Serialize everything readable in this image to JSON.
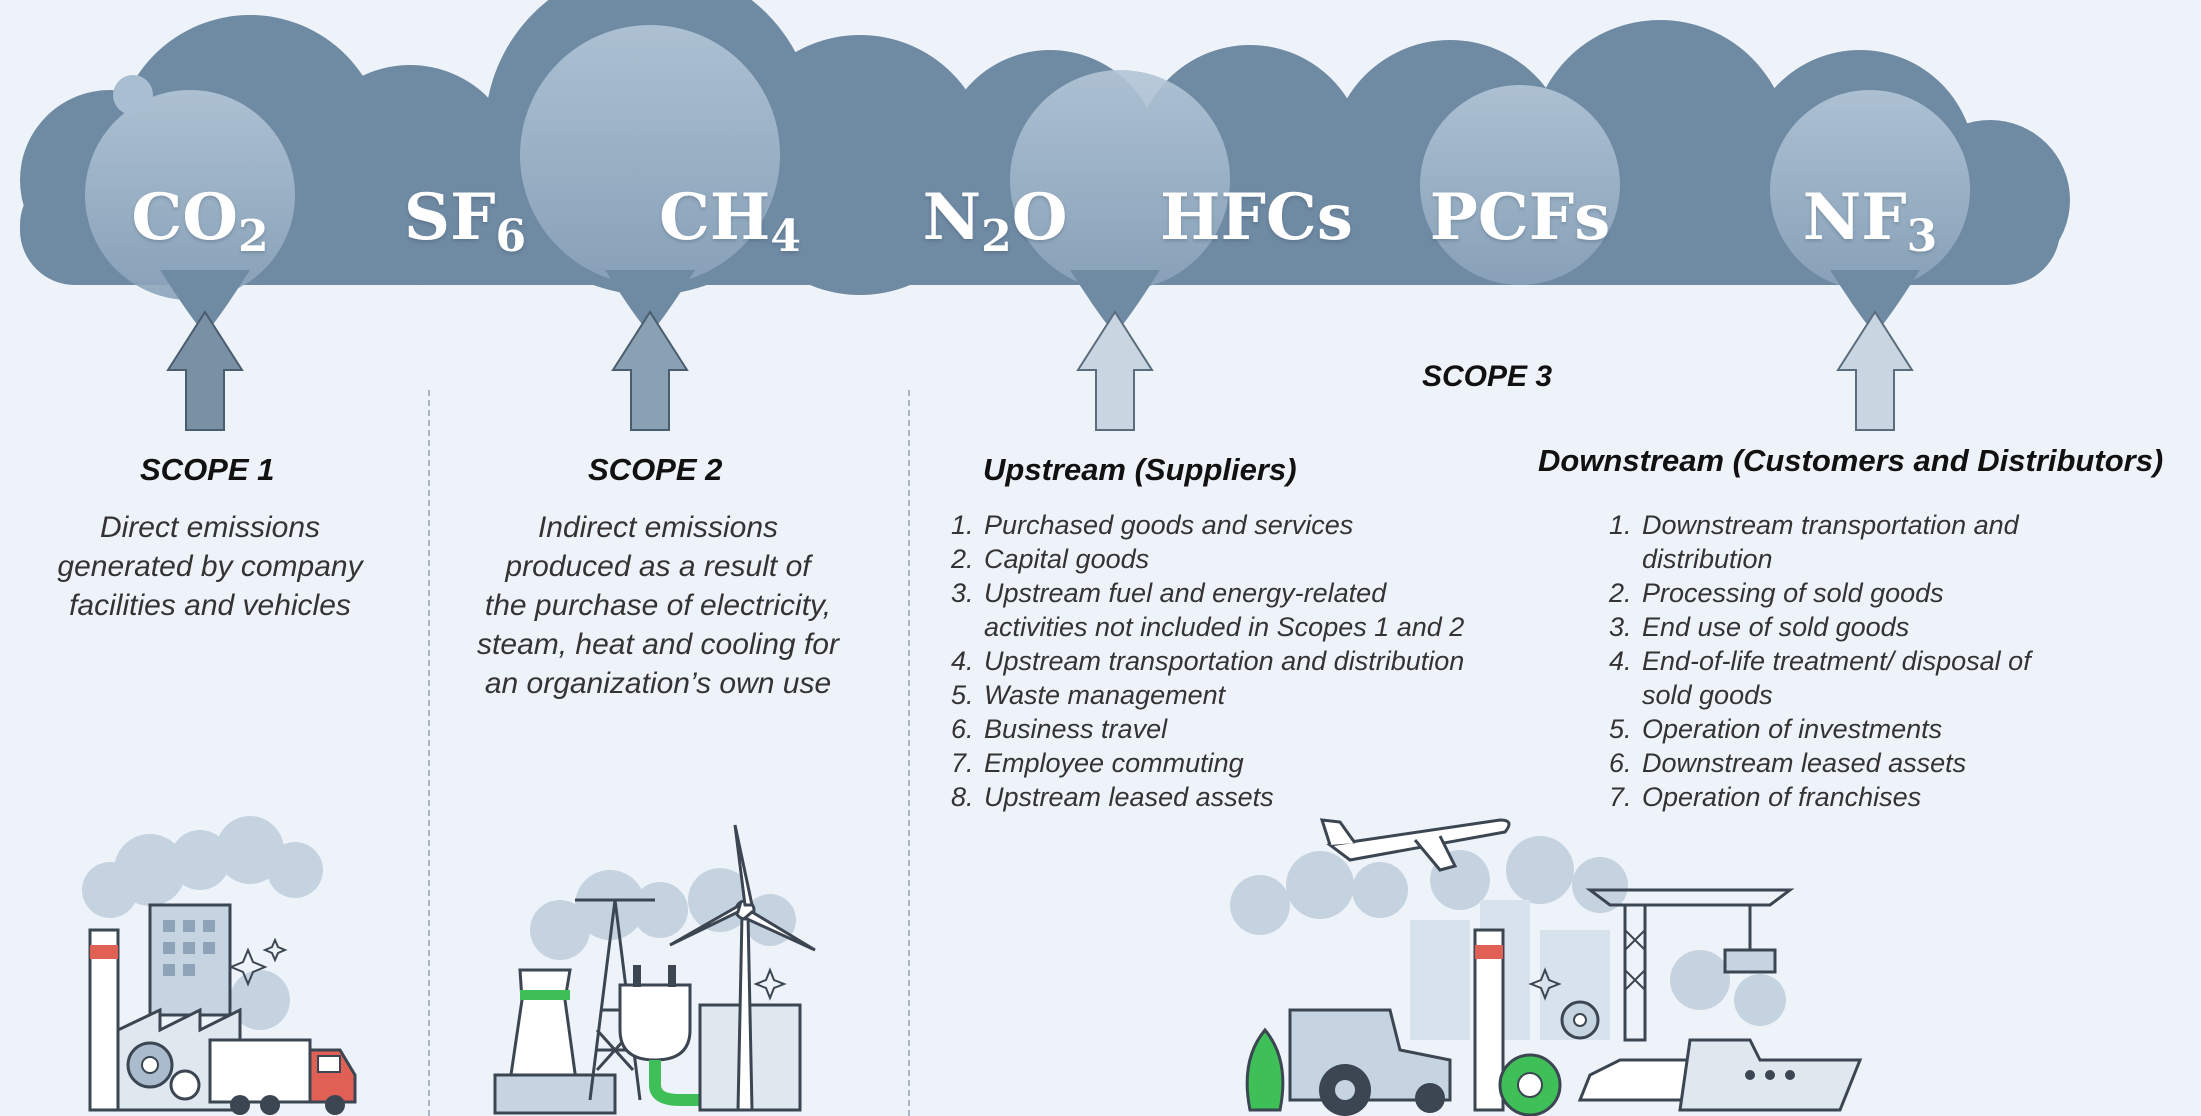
{
  "gases": [
    {
      "base": "CO",
      "sub": "2"
    },
    {
      "base": "SF",
      "sub": "6"
    },
    {
      "base": "CH",
      "sub": "4"
    },
    {
      "base": "N",
      "sub": "2",
      "tail": "O"
    },
    {
      "base": "HFCs",
      "sub": ""
    },
    {
      "base": "PCFs",
      "sub": ""
    },
    {
      "base": "NF",
      "sub": "3"
    }
  ],
  "scope1": {
    "title": "SCOPE 1",
    "description": [
      "Direct emissions",
      "generated by company",
      "facilities and vehicles"
    ]
  },
  "scope2": {
    "title": "SCOPE 2",
    "description": [
      "Indirect emissions",
      "produced as a result of",
      "the purchase of electricity,",
      "steam, heat and cooling for",
      "an organization’s own use"
    ]
  },
  "scope3": {
    "title": "SCOPE 3",
    "upstream": {
      "title": "Upstream (Suppliers)",
      "items": [
        "Purchased goods and services",
        "Capital goods",
        "Upstream fuel and energy-related activities not included in Scopes 1 and 2",
        "Upstream transportation and distribution",
        "Waste management",
        "Business travel",
        "Employee commuting",
        "Upstream leased assets"
      ]
    },
    "downstream": {
      "title": "Downstream (Customers and Distributors)",
      "items": [
        "Downstream transportation and distribution",
        "Processing of sold goods",
        "End use of sold goods",
        "End-of-life treatment/ disposal of sold goods",
        "Operation of investments",
        "Downstream leased assets",
        "Operation of franchises"
      ]
    }
  },
  "colors": {
    "background": "#eef3f9",
    "cloud_dark": "#6e8aa3",
    "cloud_light": "#9db4c9",
    "arrow": "#7f95a9",
    "arrow_light": "#c2d1de",
    "accent_green": "#3fbf58",
    "accent_red": "#e06055"
  }
}
